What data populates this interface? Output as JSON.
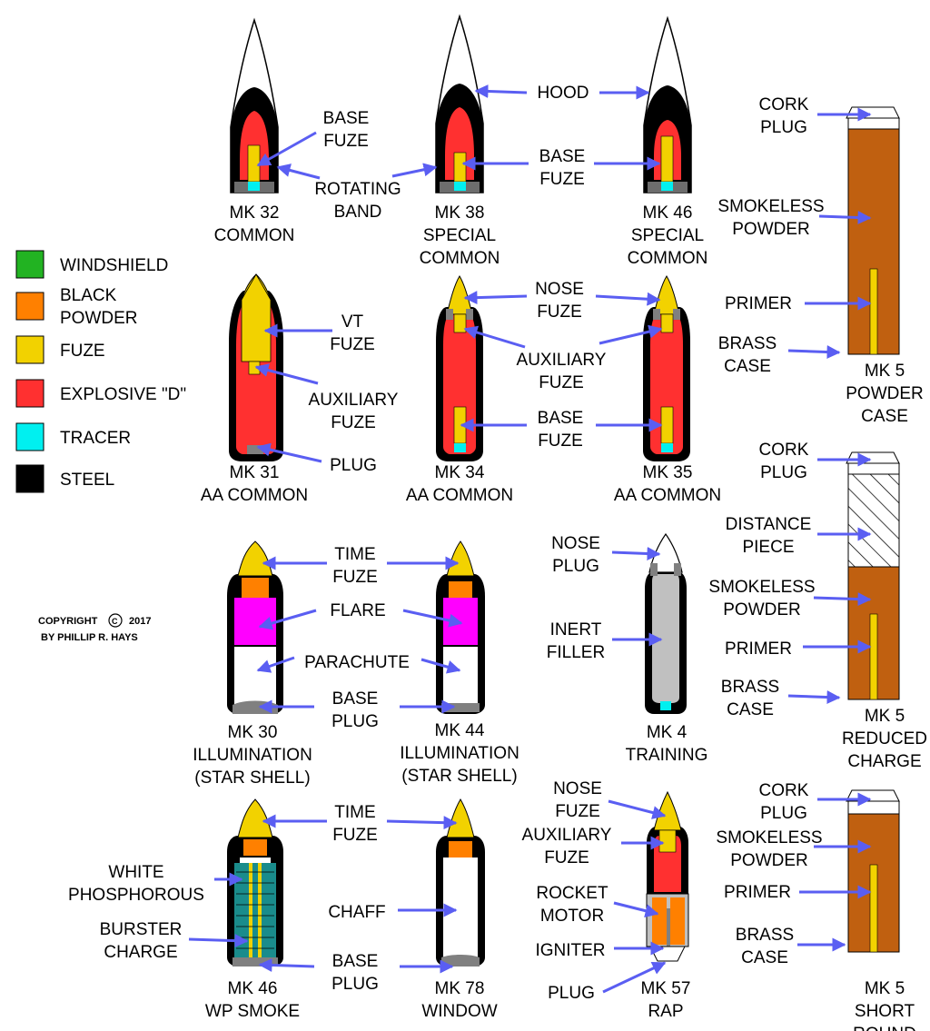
{
  "colors": {
    "windshield": "#22b322",
    "black_powder": "#ff8000",
    "fuze": "#f2d200",
    "explosive": "#ff3030",
    "tracer": "#00f0f0",
    "steel": "#000000",
    "smokeless_powder": "#c06010",
    "flare": "#ff00ff",
    "inert": "#c0c0c0",
    "wp": "#1a8c8c",
    "base": "#808080",
    "arrow": "#5a5ef2"
  },
  "legend": [
    {
      "lines": [
        "WINDSHIELD"
      ],
      "color": "#22b322",
      "icon": "windshield-swatch"
    },
    {
      "lines": [
        "BLACK",
        "POWDER"
      ],
      "color": "#ff8000",
      "icon": "black-powder-swatch"
    },
    {
      "lines": [
        "FUZE"
      ],
      "color": "#f2d200",
      "icon": "fuze-swatch"
    },
    {
      "lines": [
        "EXPLOSIVE \"D\""
      ],
      "color": "#ff3030",
      "icon": "explosive-swatch"
    },
    {
      "lines": [
        "TRACER"
      ],
      "color": "#00f0f0",
      "icon": "tracer-swatch"
    },
    {
      "lines": [
        "STEEL"
      ],
      "color": "#000000",
      "icon": "steel-swatch"
    }
  ],
  "copyright": {
    "line1": "COPYRIGHT",
    "symbol": "C",
    "year": "2017",
    "line2": "BY PHILLIP R. HAYS"
  },
  "shells": {
    "mk32": [
      "MK 32",
      "COMMON"
    ],
    "mk38": [
      "MK 38",
      "SPECIAL",
      "COMMON"
    ],
    "mk46s": [
      "MK 46",
      "SPECIAL",
      "COMMON"
    ],
    "mk31": [
      "MK 31",
      "AA COMMON"
    ],
    "mk34": [
      "MK 34",
      "AA COMMON"
    ],
    "mk35": [
      "MK 35",
      "AA COMMON"
    ],
    "mk30": [
      "MK 30",
      "ILLUMINATION",
      "(STAR SHELL)"
    ],
    "mk44": [
      "MK 44",
      "ILLUMINATION",
      "(STAR SHELL)"
    ],
    "mk4": [
      "MK 4",
      "TRAINING"
    ],
    "mk46wp": [
      "MK 46",
      "WP SMOKE"
    ],
    "mk78": [
      "MK 78",
      "WINDOW"
    ],
    "mk57": [
      "MK 57",
      "RAP"
    ],
    "case1": [
      "MK 5",
      "POWDER",
      "CASE"
    ],
    "case2": [
      "MK 5",
      "REDUCED",
      "CHARGE"
    ],
    "case3": [
      "MK 5",
      "SHORT",
      "ROUND"
    ]
  },
  "callouts": {
    "base_fuze_a": [
      "BASE",
      "FUZE"
    ],
    "rotating_band": [
      "ROTATING",
      "BAND"
    ],
    "hood": [
      "HOOD"
    ],
    "base_fuze_b": [
      "BASE",
      "FUZE"
    ],
    "cork_plug_1": [
      "CORK",
      "PLUG"
    ],
    "smokeless_powder_1": [
      "SMOKELESS",
      "POWDER"
    ],
    "primer_1": [
      "PRIMER"
    ],
    "brass_case_1": [
      "BRASS",
      "CASE"
    ],
    "vt_fuze": [
      "VT",
      "FUZE"
    ],
    "aux_fuze_a": [
      "AUXILIARY",
      "FUZE"
    ],
    "plug_a": [
      "PLUG"
    ],
    "nose_fuze_a": [
      "NOSE",
      "FUZE"
    ],
    "aux_fuze_b": [
      "AUXILIARY",
      "FUZE"
    ],
    "base_fuze_c": [
      "BASE",
      "FUZE"
    ],
    "cork_plug_2": [
      "CORK",
      "PLUG"
    ],
    "distance_piece": [
      "DISTANCE",
      "PIECE"
    ],
    "smokeless_powder_2": [
      "SMOKELESS",
      "POWDER"
    ],
    "primer_2": [
      "PRIMER"
    ],
    "brass_case_2": [
      "BRASS",
      "CASE"
    ],
    "time_fuze_a": [
      "TIME",
      "FUZE"
    ],
    "flare": [
      "FLARE"
    ],
    "parachute": [
      "PARACHUTE"
    ],
    "base_plug_a": [
      "BASE",
      "PLUG"
    ],
    "nose_plug": [
      "NOSE",
      "PLUG"
    ],
    "inert_filler": [
      "INERT",
      "FILLER"
    ],
    "time_fuze_b": [
      "TIME",
      "FUZE"
    ],
    "white_phosphorous": [
      "WHITE",
      "PHOSPHOROUS"
    ],
    "burster_charge": [
      "BURSTER",
      "CHARGE"
    ],
    "chaff": [
      "CHAFF"
    ],
    "base_plug_b": [
      "BASE",
      "PLUG"
    ],
    "nose_fuze_b": [
      "NOSE",
      "FUZE"
    ],
    "aux_fuze_c": [
      "AUXILIARY",
      "FUZE"
    ],
    "rocket_motor": [
      "ROCKET",
      "MOTOR"
    ],
    "igniter": [
      "IGNITER"
    ],
    "plug_b": [
      "PLUG"
    ],
    "cork_plug_3": [
      "CORK",
      "PLUG"
    ],
    "smokeless_powder_3": [
      "SMOKELESS",
      "POWDER"
    ],
    "primer_3": [
      "PRIMER"
    ],
    "brass_case_3": [
      "BRASS",
      "CASE"
    ]
  }
}
